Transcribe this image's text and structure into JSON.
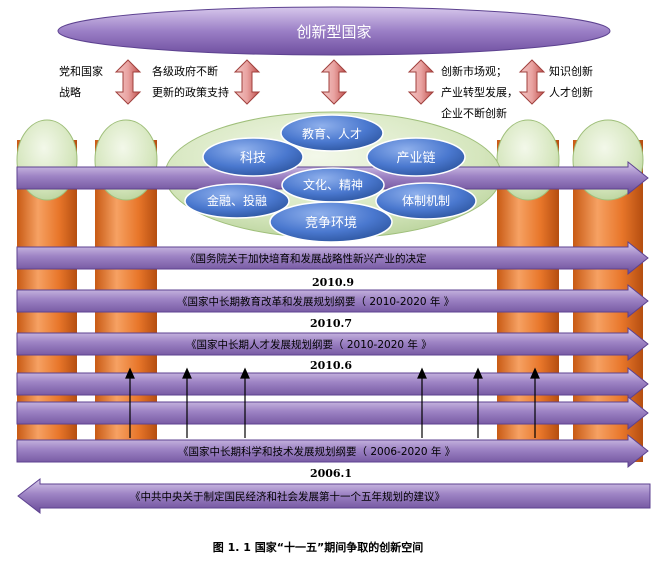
{
  "top_title": "创新型国家",
  "drivers": [
    "党和国家",
    "战略",
    "各级政府不断",
    "更新的政策支持",
    "创新市场观；",
    "产业转型发展，",
    "企业不断创新",
    "知识创新",
    "人才创新"
  ],
  "center_ovals": [
    "教育、人才",
    "科技",
    "产业链",
    "文化、精神",
    "金融、投融",
    "体制机制",
    "竞争环境"
  ],
  "policies": [
    {
      "title": "《国务院关于加快培育和发展战略性新兴产业的决定",
      "year": "2010.9"
    },
    {
      "title": "《国家中长期教育改革和发展规划纲要（ 2010-2020 年 》",
      "year": "2010.7"
    },
    {
      "title": "《国家中长期人才发展规划纲要（ 2010-2020 年 》",
      "year": "2010.6"
    },
    {
      "title": "《国家中长期科学和技术发展规划纲要（ 2006-2020 年 》",
      "year": "2006.1"
    }
  ],
  "bottom_policy": "《中共中央关于制定国民经济和社会发展第十一个五年规划的建议》",
  "caption": "图 1. 1    国家“十一五”期间争取的创新空间",
  "colors": {
    "purple": "#7b5aa8",
    "purple_light": "#b9a3d8",
    "orange": "#e8762a",
    "green_cap": "#d9e8c4",
    "blue_oval": "#3f6fc8",
    "arrow_red": "#c0504d"
  }
}
